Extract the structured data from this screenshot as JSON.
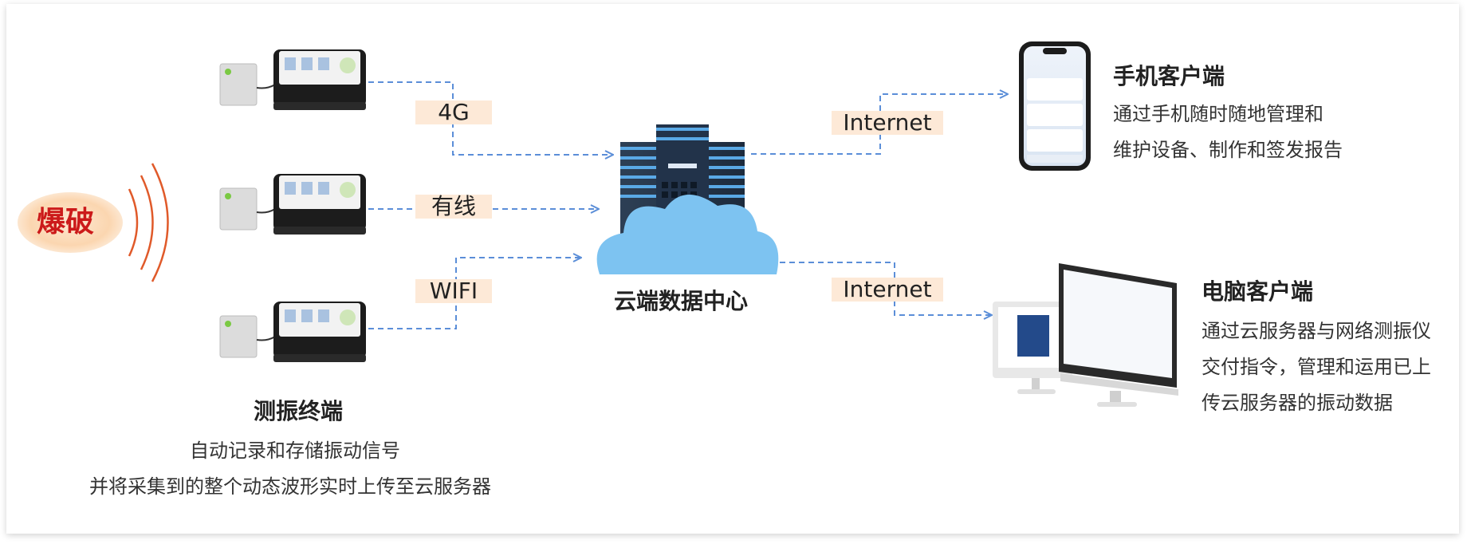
{
  "source": {
    "label": "爆破"
  },
  "links": {
    "l4g": "4G",
    "wired": "有线",
    "wifi": "WIFI",
    "internet_top": "Internet",
    "internet_bottom": "Internet"
  },
  "terminal": {
    "title": "测振终端",
    "line1": "自动记录和存储振动信号",
    "line2": "并将采集到的整个动态波形实时上传至云服务器"
  },
  "cloud": {
    "title": "云端数据中心"
  },
  "mobile": {
    "title": "手机客户端",
    "line1": "通过手机随时随地管理和",
    "line2": "维护设备、制作和签发报告"
  },
  "pc": {
    "title": "电脑客户端",
    "line1": "通过云服务器与网络测振仪",
    "line2": "交付指令，管理和运用已上",
    "line3": "传云服务器的振动数据"
  },
  "colors": {
    "arrow": "#5b8ed8",
    "tag_bg": "#fde9d7",
    "source_text": "#cc1a1a",
    "wave": "#e05a2a"
  }
}
